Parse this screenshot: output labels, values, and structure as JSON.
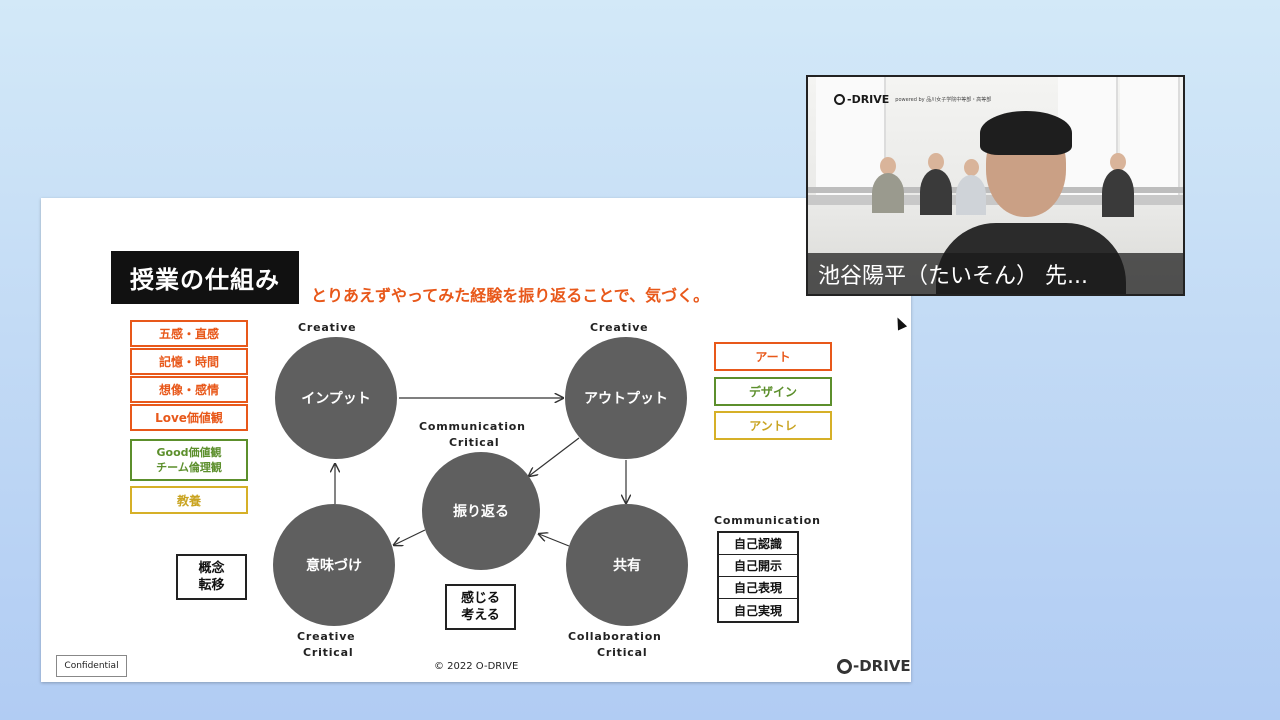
{
  "slide": {
    "title": "授業の仕組み",
    "subtitle": "とりあえずやってみた経験を振り返ることで、気づく。",
    "circles": {
      "input": "インプット",
      "output": "アウトプット",
      "reflect": "振り返る",
      "meaning": "意味づけ",
      "share": "共有"
    },
    "labels": {
      "input_top": "Creative",
      "output_top": "Creative",
      "reflect_top_1": "Communication",
      "reflect_top_2": "Critical",
      "meaning_bottom_1": "Creative",
      "meaning_bottom_2": "Critical",
      "share_bottom_1": "Collaboration",
      "share_bottom_2": "Critical"
    },
    "left_boxes": [
      "五感・直感",
      "記憶・時間",
      "想像・感情",
      "Love価値観"
    ],
    "green_box": [
      "Good価値観",
      "チーム倫理観"
    ],
    "yellow_box": "教養",
    "concept_box": [
      "概念",
      "転移"
    ],
    "feel_box": [
      "感じる",
      "考える"
    ],
    "right_boxes": [
      "アート",
      "デザイン",
      "アントレ"
    ],
    "communication_title": "Communication",
    "communication_items": [
      "自己認識",
      "自己開示",
      "自己表現",
      "自己実現"
    ],
    "confidential": "Confidential",
    "copyright": "© 2022 O-DRIVE",
    "logo_text": "-DRIVE"
  },
  "video": {
    "logo_text": "-DRIVE",
    "powered_by": "powered by 品川女子学院中等部・高等部",
    "caption": "池谷陽平（たいそん） 先..."
  },
  "colors": {
    "orange": "#e8581a",
    "green": "#5c8f2c",
    "yellow": "#d6b028",
    "circle": "#5f5f5f"
  }
}
